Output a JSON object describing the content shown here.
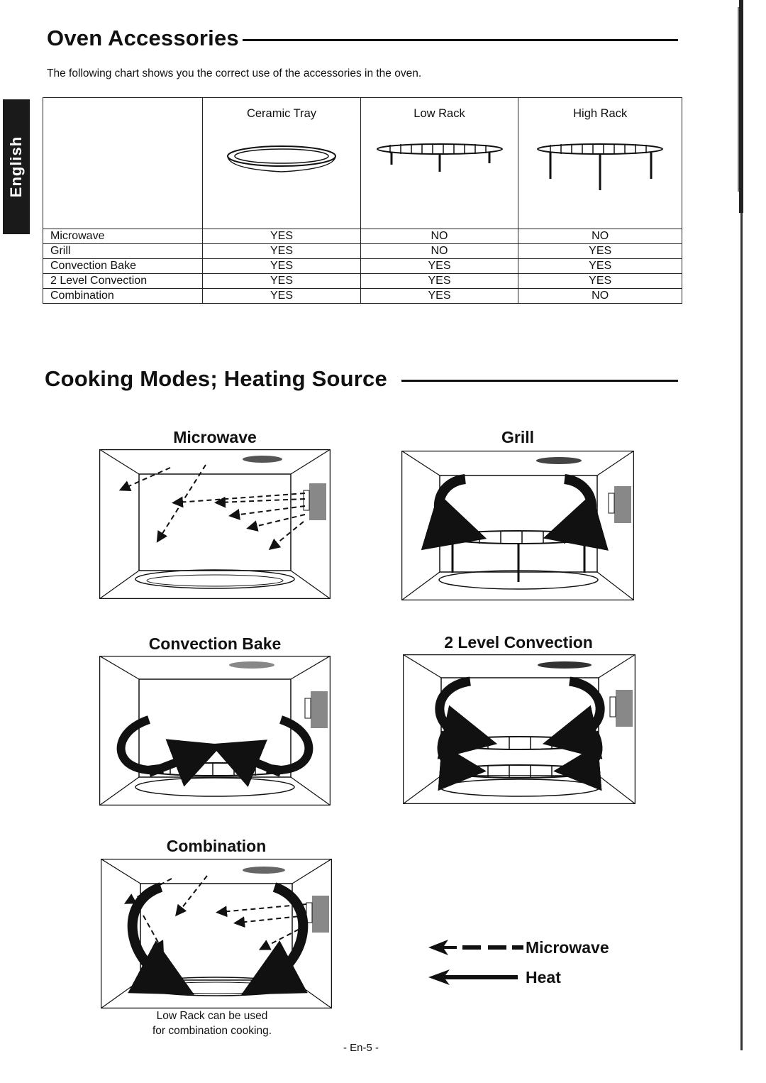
{
  "section1": {
    "title": "Oven Accessories",
    "intro": "The following chart shows you the correct use of the accessories in the oven."
  },
  "side_tab": "English",
  "accessories_table": {
    "columns": [
      "Ceramic Tray",
      "Low Rack",
      "High Rack"
    ],
    "rows": [
      {
        "mode": "Microwave",
        "values": [
          "YES",
          "NO",
          "NO"
        ]
      },
      {
        "mode": "Grill",
        "values": [
          "YES",
          "NO",
          "YES"
        ]
      },
      {
        "mode": "Convection Bake",
        "values": [
          "YES",
          "YES",
          "YES"
        ]
      },
      {
        "mode": "2 Level Convection",
        "values": [
          "YES",
          "YES",
          "YES"
        ]
      },
      {
        "mode": "Combination",
        "values": [
          "YES",
          "YES",
          "NO"
        ]
      }
    ]
  },
  "section2": {
    "title": "Cooking Modes; Heating Source",
    "modes": {
      "microwave": "Microwave",
      "grill": "Grill",
      "convection_bake": "Convection Bake",
      "two_level": "2 Level Convection",
      "combination": "Combination"
    },
    "combination_note_line1": "Low Rack can be used",
    "combination_note_line2": "for combination cooking."
  },
  "legend": {
    "microwave": "Microwave",
    "heat": "Heat"
  },
  "page_number": "- En-5 -"
}
